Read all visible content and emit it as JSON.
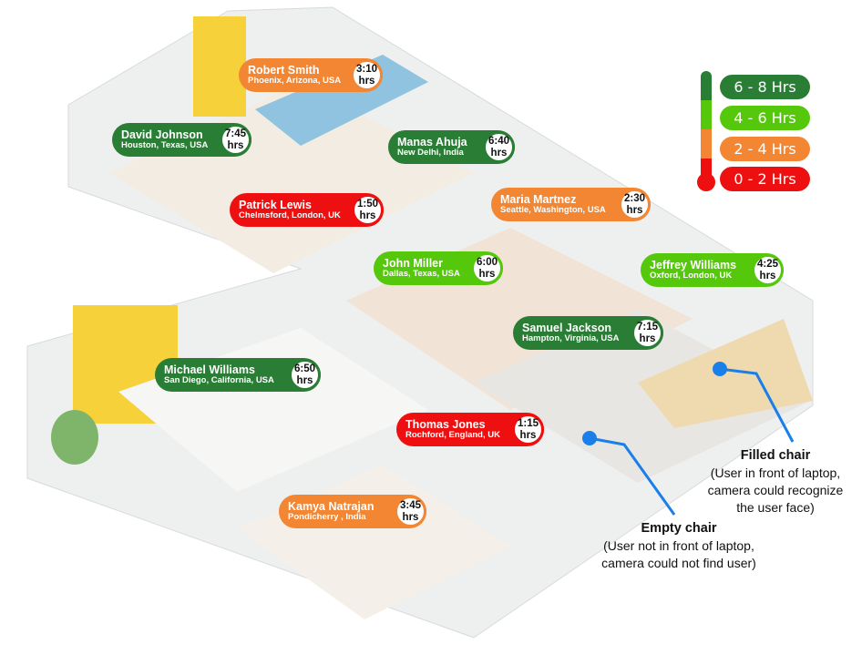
{
  "legend": {
    "items": [
      {
        "label": "6 - 8 Hrs",
        "color": "#2a7d35"
      },
      {
        "label": "4 - 6 Hrs",
        "color": "#56c80c"
      },
      {
        "label": "2 - 4 Hrs",
        "color": "#f28633"
      },
      {
        "label": "0 - 2 Hrs",
        "color": "#ee1010"
      }
    ]
  },
  "employees": [
    {
      "name": "Robert Smith",
      "location": "Phoenix, Arizona, USA",
      "time": "3:10",
      "unit": "hrs"
    },
    {
      "name": "David Johnson",
      "location": "Houston, Texas, USA",
      "time": "7:45",
      "unit": "hrs"
    },
    {
      "name": "Manas Ahuja",
      "location": "New Delhi,  India",
      "time": "6:40",
      "unit": "hrs"
    },
    {
      "name": "Patrick Lewis",
      "location": "Chelmsford, London, UK",
      "time": "1:50",
      "unit": "hrs"
    },
    {
      "name": "Maria Martnez",
      "location": "Seattle, Washington, USA",
      "time": "2:30",
      "unit": "hrs"
    },
    {
      "name": "John Miller",
      "location": "Dallas, Texas, USA",
      "time": "6:00",
      "unit": "hrs"
    },
    {
      "name": "Jeffrey Williams",
      "location": "Oxford, London, UK",
      "time": "4:25",
      "unit": "hrs"
    },
    {
      "name": "Samuel Jackson",
      "location": "Hampton, Virginia, USA",
      "time": "7:15",
      "unit": "hrs"
    },
    {
      "name": "Michael Williams",
      "location": "San Diego, California, USA",
      "time": "6:50",
      "unit": "hrs"
    },
    {
      "name": "Thomas Jones",
      "location": "Rochford, England, UK",
      "time": "1:15",
      "unit": "hrs"
    },
    {
      "name": "Kamya Natrajan",
      "location": "Pondicherry , India",
      "time": "3:45",
      "unit": "hrs"
    }
  ],
  "annotations": {
    "filled": {
      "title": "Filled chair",
      "lines": [
        "(User in front of laptop,",
        "camera could recognize",
        "the user face)"
      ]
    },
    "empty": {
      "title": "Empty chair",
      "lines": [
        "(User not in front of laptop,",
        "camera could not find user)"
      ]
    }
  },
  "marker_color": "#1a7fe8"
}
